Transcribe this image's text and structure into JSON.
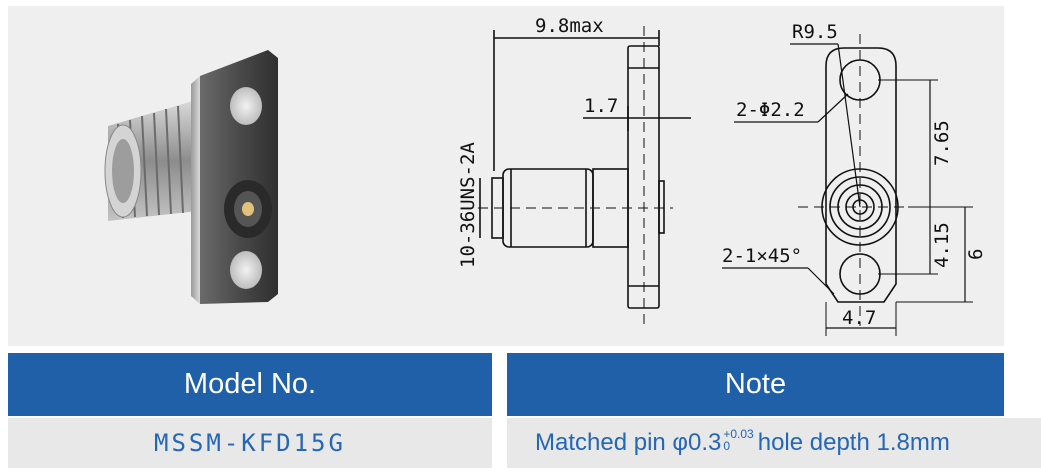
{
  "drawing": {
    "dim_total_length": "9.8max",
    "dim_flange_thickness": "1.7",
    "dim_thread": "10-36UNS-2A",
    "dim_radius": "R9.5",
    "dim_holes": "2-Φ2.2",
    "dim_hole_spacing": "7.65",
    "dim_center_offset": "4.15",
    "dim_bottom": "6",
    "dim_chamfer": "2-1×45°",
    "dim_width": "4.7"
  },
  "table": {
    "headers": {
      "model": "Model No.",
      "note": "Note"
    },
    "row": {
      "model": "MSSM-KFD15G",
      "note_prefix": "Matched pin φ0.3",
      "tol_upper": "+0.03",
      "tol_lower": "0",
      "note_suffix": "hole depth 1.8mm"
    }
  },
  "colors": {
    "header_bg": "#2060a8",
    "row_bg": "#e8e8e8",
    "row_text": "#2466b8",
    "panel_bg": "#efefef"
  }
}
